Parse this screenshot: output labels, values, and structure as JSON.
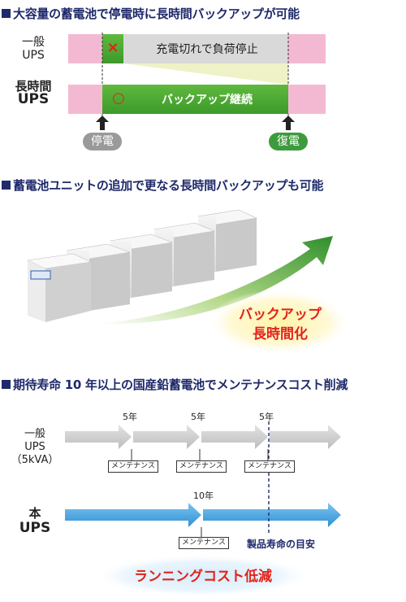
{
  "section1": {
    "heading": "大容量の蓄電池で停電時に長時間バックアップが可能",
    "row1_label_line1": "一般",
    "row1_label_line2": "UPS",
    "row1_cross": "×",
    "row1_text": "充電切れで負荷停止",
    "row2_label_line1": "長時間",
    "row2_label_line2": "UPS",
    "row2_circle": "○",
    "row2_text": "バックアップ継続",
    "outage_label": "停電",
    "recovery_label": "復電"
  },
  "section2": {
    "heading": "蓄電池ユニットの追加で更なる長時間バックアップも可能",
    "callout_line1": "バックアップ",
    "callout_line2": "長時間化"
  },
  "section3": {
    "heading": "期待寿命 10 年以上の国産鉛蓄電池でメンテナンスコスト削減",
    "row1_label_line1": "一般",
    "row1_label_line2": "UPS",
    "row1_label_line3": "（5kVA）",
    "row2_label_line1": "本",
    "row2_label_line2": "UPS",
    "interval_5y": [
      "5年",
      "5年",
      "5年"
    ],
    "interval_10y": "10年",
    "maintenance_labels_top": [
      "メンテナンス",
      "メンテナンス",
      "メンテナンス"
    ],
    "maintenance_label_bottom": "メンテナンス",
    "lifetime_label": "製品寿命の目安",
    "footer": "ランニングコスト低減"
  },
  "colors": {
    "heading": "#1f2a6b",
    "pink": "#f4b9d2",
    "gray_bar": "#d9d9d9",
    "green": "#4caf34",
    "outage_pill": "#9a9a9a",
    "recovery_pill": "#3d9a3d",
    "red_text": "#e2231a",
    "blue_arrow": "#3fa3e0",
    "navy": "#1f2a6b"
  }
}
